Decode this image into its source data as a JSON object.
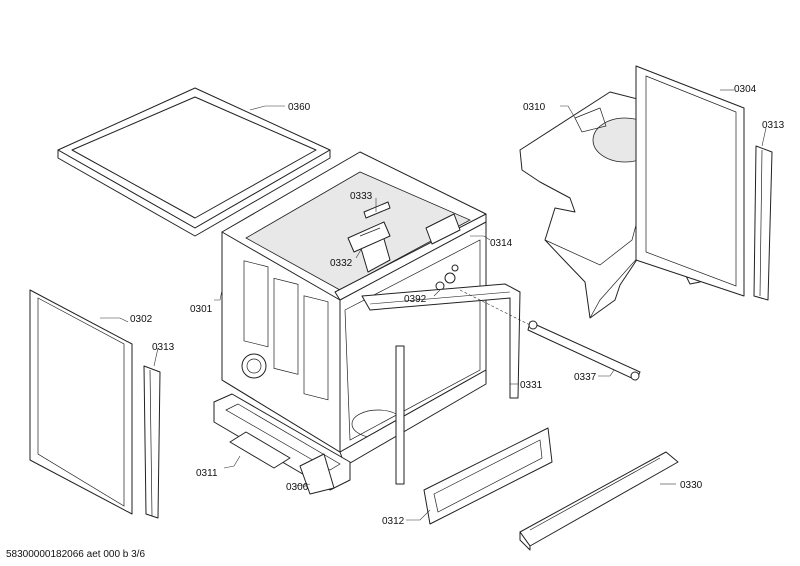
{
  "labels": {
    "p0360": "0360",
    "p0310": "0310",
    "p0304": "0304",
    "p0313a": "0313",
    "p0333": "0333",
    "p0332": "0332",
    "p0314": "0314",
    "p0301": "0301",
    "p0392": "0392",
    "p0302": "0302",
    "p0313b": "0313",
    "p0331": "0331",
    "p0337": "0337",
    "p0311": "0311",
    "p0306": "0306",
    "p0330": "0330",
    "p0312": "0312"
  },
  "footer": "58300000182066 aet 000 b 3/6"
}
